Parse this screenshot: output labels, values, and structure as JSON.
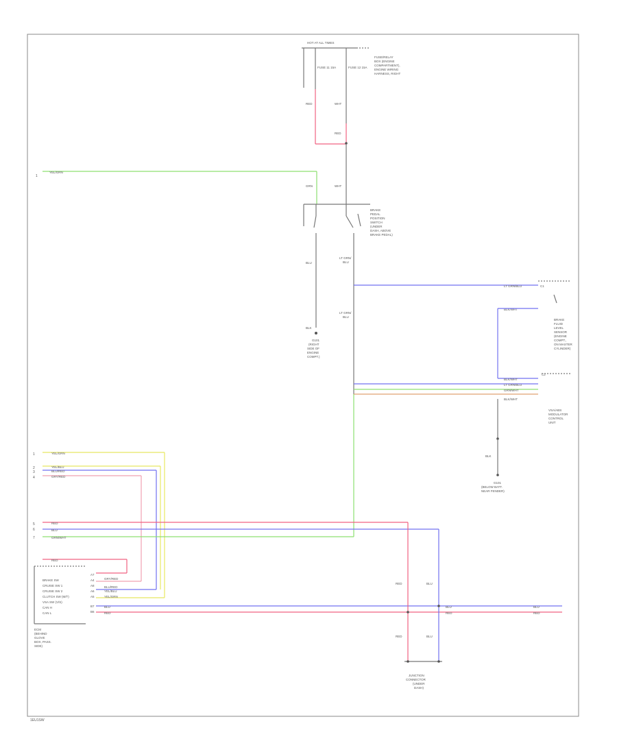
{
  "footer": {
    "code": "1EU1SW"
  },
  "power_block": {
    "header": "HOT AT ALL TIMES",
    "fuse_a": "FUSE 11 15A",
    "fuse_b": "FUSE 12 15A",
    "desc": [
      "FUSE/RELAY",
      "BOX (ENGINE",
      "COMPARTMENT),",
      "ENGINE WIRING",
      "HARNESS, RIGHT"
    ],
    "w1": "RED",
    "w2": "WHT",
    "w3": "RED",
    "w4": "WHT"
  },
  "switch": {
    "desc": [
      "BRAKE",
      "PEDAL",
      "POSITION",
      "SWITCH",
      "(UNDER",
      "DASH, ABOVE",
      "BRAKE PEDAL)"
    ],
    "left_w": "YEL/GRN",
    "left_w_small": "GRN",
    "w_blu": "BLU",
    "w_lt1": "LT GRN/",
    "w_lt1b": "BLU",
    "w_lt2": "LT GRN/",
    "w_lt2b": "BLU",
    "ground_w": "BLK",
    "ground_desc": [
      "G101",
      "(RIGHT",
      "SIDE OF",
      "ENGINE",
      "COMPT.)"
    ]
  },
  "left_labels": {
    "yel_grn": "YEL/GRN",
    "yel_blu": "YEL/BLU",
    "blu_red": "BLU/RED",
    "gry_red": "GRY/RED",
    "red": "RED",
    "blu": "BLU",
    "grn_wht": "GRN/WHT",
    "red2": "RED",
    "num_a": "1",
    "num_b": "2",
    "num_c": "3",
    "num_d": "4",
    "num_e": "5",
    "num_f": "6",
    "num_g": "7"
  },
  "right_block": {
    "top_label": "LT GRN/BLU",
    "top_conn": "C1",
    "blk_wht": "BLK/WHT",
    "desc1": [
      "BRAKE",
      "FLUID",
      "LEVEL",
      "SENSOR",
      "(ENGINE",
      "COMPT.,",
      "ON MASTER",
      "CYLINDER)"
    ],
    "rows": [
      "BLK/WHT",
      "LT GRN/BLU",
      "GRN/WHT",
      "BLK/WHT"
    ],
    "conn": "C2",
    "desc2": [
      "VSA/ABS",
      "MODULATOR",
      "CONTROL",
      "UNIT"
    ],
    "w_blk": "BLK",
    "ground_desc": [
      "G101",
      "(BELOW BATT.",
      "NEAR FENDER)"
    ]
  },
  "ecm": {
    "pins": [
      "BRAKE SW",
      "CRUISE SW 1",
      "CRUISE SW 2",
      "CLUTCH SW (M/T)",
      "VSA SW (V/S)",
      "CAN H",
      "CAN L"
    ],
    "nums": [
      "A7",
      "A4",
      "A8",
      "A6",
      "A5",
      "B7",
      "B6"
    ],
    "wires": [
      "GRY/RED",
      "BLU/RED",
      "YEL/BLU",
      "YEL/GRN",
      "BLU",
      "RED"
    ],
    "top_wire": "RED",
    "desc": [
      "ECM",
      "(BEHIND",
      "GLOVE",
      "BOX, PASS.",
      "SIDE)"
    ]
  },
  "bottom_block": {
    "w_red1": "RED",
    "w_blu1": "BLU",
    "w_red2": "RED",
    "w_blu2": "BLU",
    "w_red3": "RED",
    "w_blu3": "BLU",
    "right_blu": "BLU",
    "right_red": "RED",
    "desc": [
      "JUNCTION",
      "CONNECTOR",
      "(UNDER",
      "DASH)"
    ]
  },
  "colors": {
    "red": "#f06080",
    "green": "#8de070",
    "blue": "#7070f0",
    "yellow": "#e8e860",
    "orange": "#e0a070",
    "black": "#777777"
  }
}
